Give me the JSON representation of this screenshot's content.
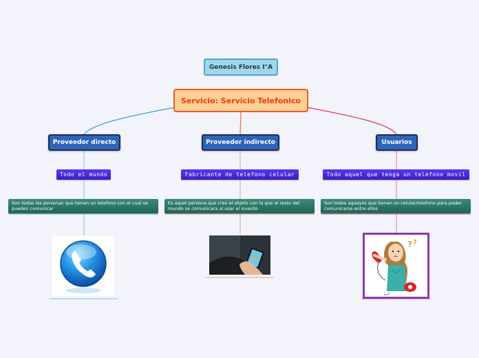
{
  "map": {
    "author": "Genesis Flores I°A",
    "central": "Servicio: Servicio Telefonico",
    "colors": {
      "central_border": "#ee5a22",
      "branch_fill": "#2f64b8",
      "tag_fill": "#4a2ee0",
      "desc_fill": "#2a7a66",
      "line_left": "#3ba0d8",
      "line_middle": "#ee6a3a",
      "line_right": "#d83a5a"
    },
    "branches": [
      {
        "title": "Proveedor directo",
        "tag": "Todo el mundo",
        "description": "Son todas las personas que tienen un telefono con el cual se pueden comunicar",
        "image": "phone-handset-icon"
      },
      {
        "title": "Proveedor indirecto",
        "tag": "Fabricante de telefono celular",
        "description": "Es aquel persona que creo el objeto con la que el resto del mundo se comunicara al usar el invento",
        "image": "hand-holding-smartphone-photo"
      },
      {
        "title": "Usuarios",
        "tag": "Todo aquel que tenga un telefono movil",
        "description": "Son todos aqueyos que tienen un celular/telefono para poder comunicarse entre ellos",
        "image": "woman-on-phone-cartoon"
      }
    ]
  }
}
